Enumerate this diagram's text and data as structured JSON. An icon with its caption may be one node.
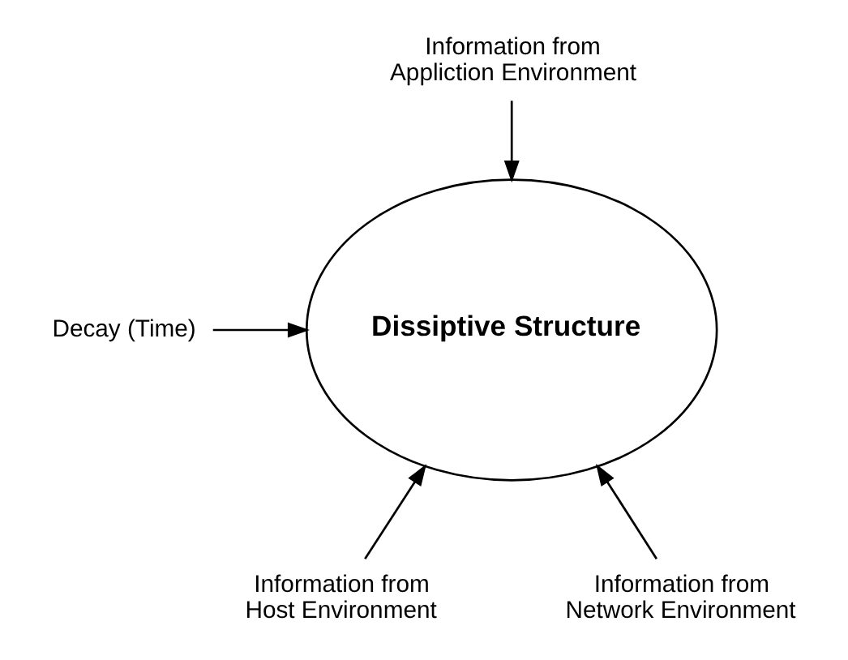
{
  "diagram": {
    "nodes": [
      {
        "text": [
          "Dissiptive Structure"
        ]
      },
      {
        "text": [
          "Information from Appliction Environment"
        ]
      },
      {
        "text": [
          "Decay (Time)"
        ]
      },
      {
        "text": [
          "Information from Host Environment"
        ]
      },
      {
        "text": [
          "Information from Network Environment"
        ]
      }
    ],
    "edges": [
      {
        "from": 1,
        "to": 0,
        "arrow": "to"
      },
      {
        "from": 2,
        "to": 0,
        "arrow": "to"
      },
      {
        "from": 3,
        "to": 0,
        "arrow": "to"
      },
      {
        "from": 4,
        "to": 0,
        "arrow": "to"
      }
    ]
  }
}
